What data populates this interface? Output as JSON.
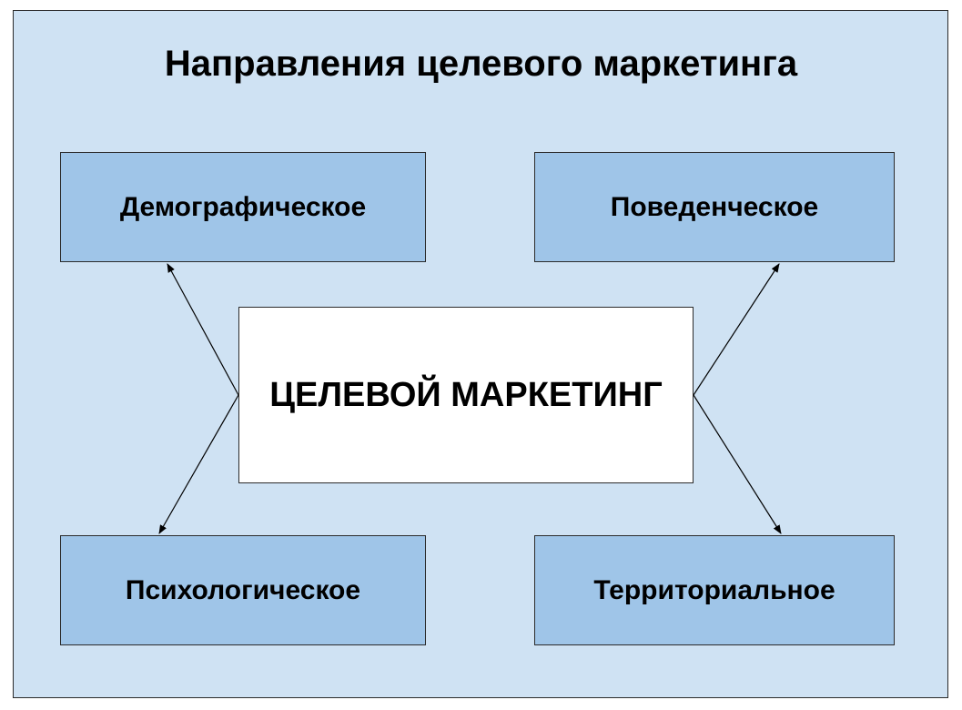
{
  "diagram": {
    "title": "Направления целевого маркетинга",
    "center": "ЦЕЛЕВОЙ МАРКЕТИНГ",
    "nodes": {
      "top_left": "Демографическое",
      "top_right": "Поведенческое",
      "bottom_left": "Психологическое",
      "bottom_right": "Территориальное"
    },
    "colors": {
      "background": "#cfe2f3",
      "node_fill": "#9fc5e8",
      "center_fill": "#ffffff",
      "stroke": "#2b2b2b"
    }
  }
}
